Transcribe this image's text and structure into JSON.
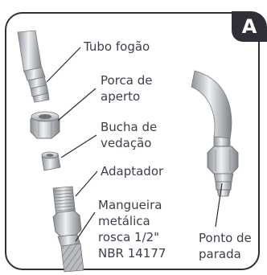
{
  "panel": {
    "badge": "A"
  },
  "labels": {
    "tubo_fogao": "Tubo fogão",
    "porca_de_aperto": "Porca de\naperto",
    "bucha_de_vedacao": "Bucha de\nvedação",
    "adaptador": "Adaptador",
    "mangueira": "Mangueira\nmetálica\nrosca 1/2\"\nNBR 14177",
    "ponto_de_parada": "Ponto de\nparada"
  },
  "colors": {
    "frame": "#2f2f38",
    "text": "#3a3f4a",
    "metal": "#c9ccd0",
    "metal_dark": "#8e9297",
    "leader": "#2a2a2a"
  }
}
